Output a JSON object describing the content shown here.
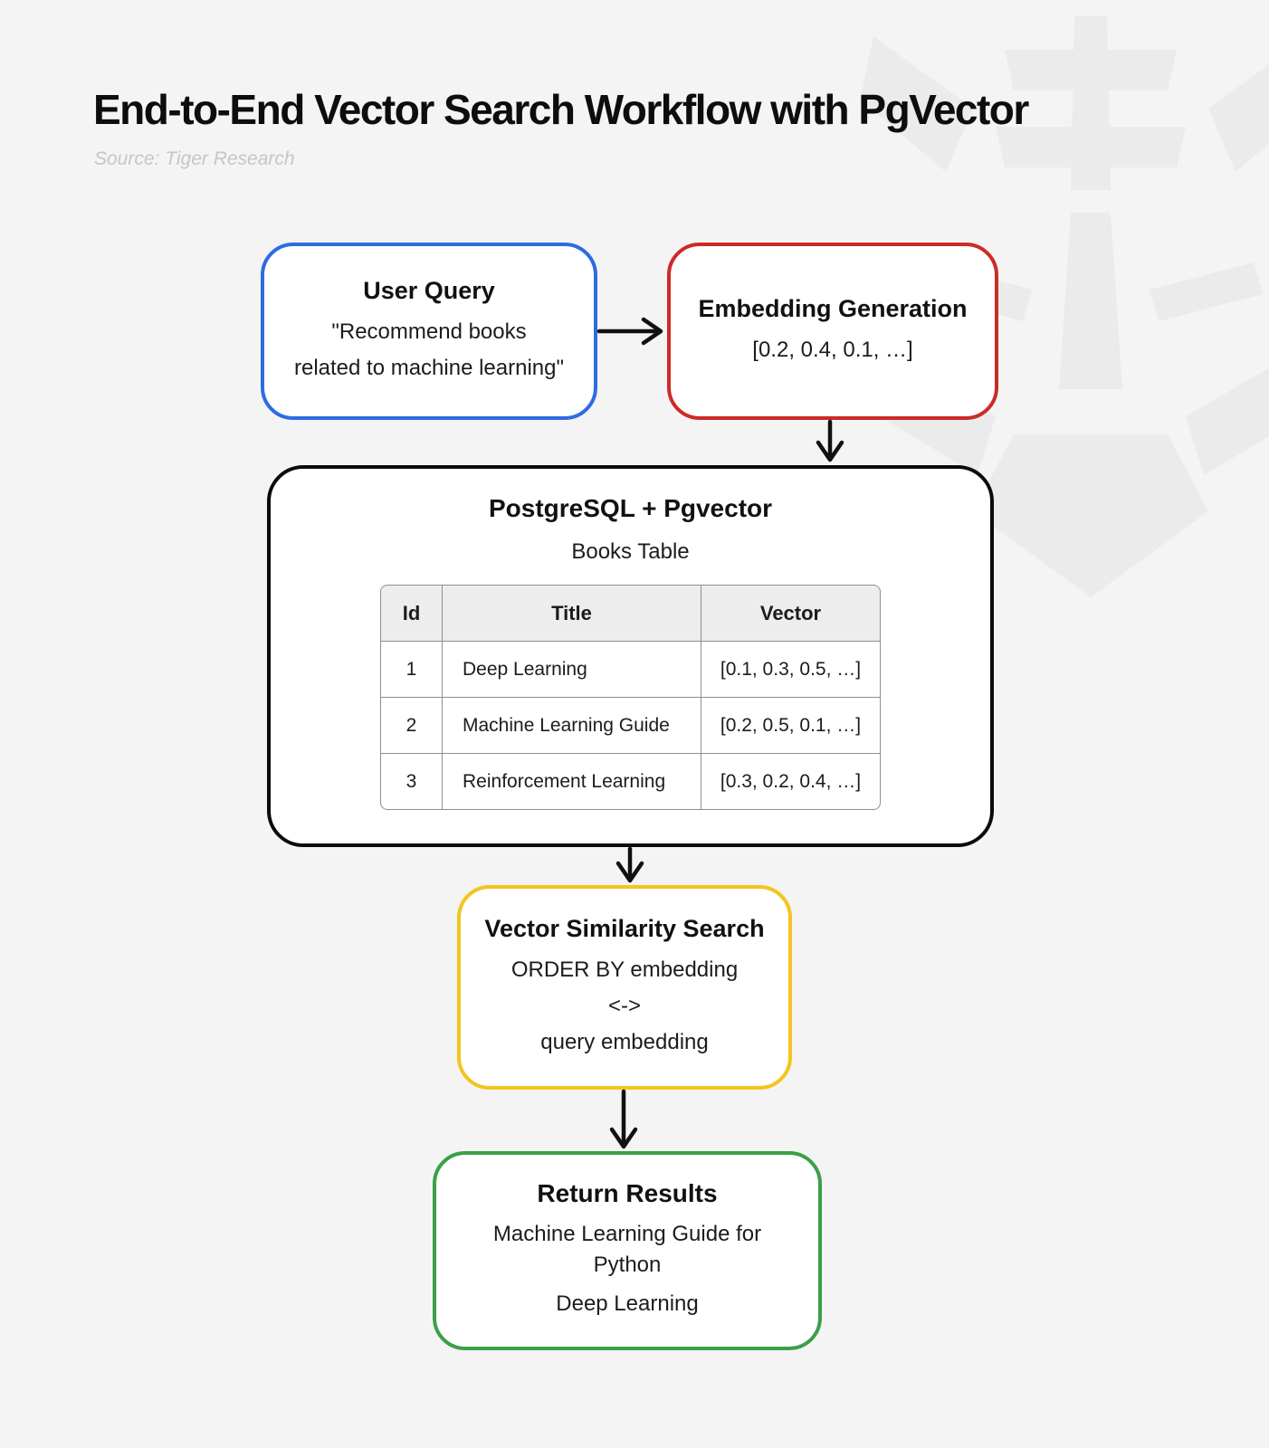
{
  "header": {
    "title": "End-to-End Vector Search Workflow with PgVector",
    "source": "Source: Tiger Research"
  },
  "colors": {
    "background": "#f4f4f4",
    "user_query_border": "#2f6be2",
    "embedding_border": "#cd2a27",
    "postgres_border": "#0b0b0b",
    "similarity_border": "#f3c51d",
    "results_border": "#3ba047",
    "table_header_bg": "#ededed",
    "watermark": "#ebebeb"
  },
  "nodes": {
    "user_query": {
      "title": "User Query",
      "line1": "\"Recommend books",
      "line2": "related to machine learning\""
    },
    "embedding": {
      "title": "Embedding Generation",
      "line1": "[0.2, 0.4, 0.1, …]"
    },
    "postgres": {
      "title": "PostgreSQL + Pgvector",
      "subtitle": "Books Table"
    },
    "similarity": {
      "title": "Vector Similarity Search",
      "line1": "ORDER BY embedding",
      "line2": "<->",
      "line3": "query embedding"
    },
    "results": {
      "title": "Return Results",
      "line1": "Machine Learning Guide for Python",
      "line2": "Deep Learning"
    }
  },
  "books_table": {
    "headers": [
      "Id",
      "Title",
      "Vector"
    ],
    "rows": [
      [
        "1",
        "Deep Learning",
        "[0.1, 0.3, 0.5, …]"
      ],
      [
        "2",
        "Machine Learning Guide",
        "[0.2, 0.5, 0.1, …]"
      ],
      [
        "3",
        "Reinforcement Learning",
        "[0.3, 0.2, 0.4, …]"
      ]
    ]
  }
}
